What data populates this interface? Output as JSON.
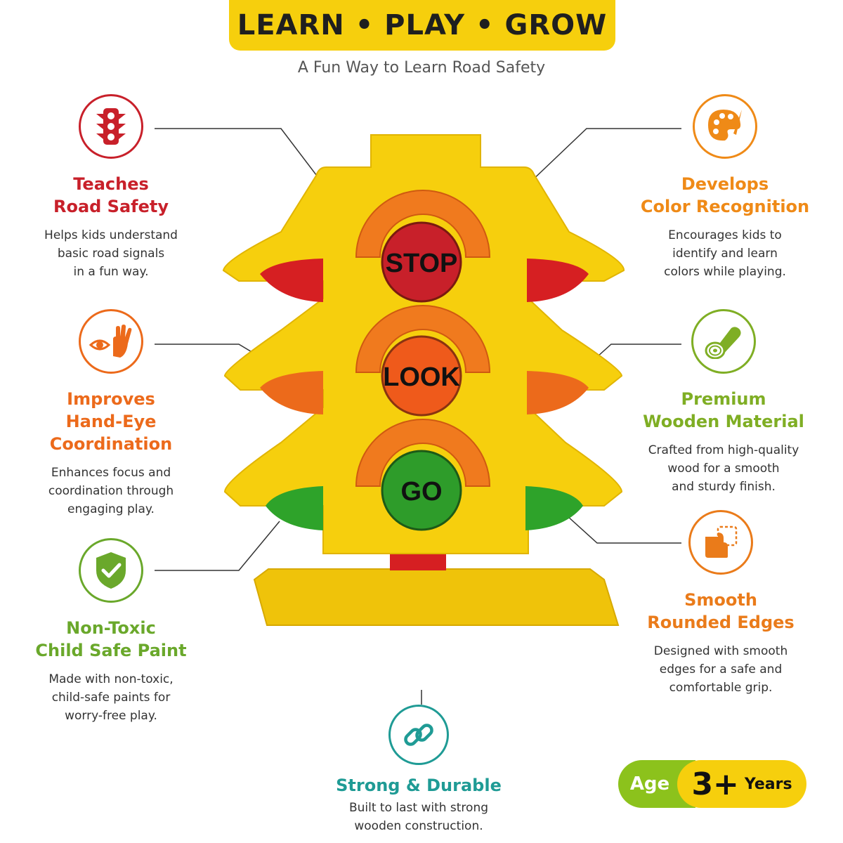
{
  "header": {
    "title": "LEARN • PLAY • GROW",
    "subtitle": "A Fun Way to Learn Road Safety"
  },
  "product": {
    "signs": [
      "STOP",
      "LOOK",
      "GO"
    ]
  },
  "features": {
    "road_safety": {
      "icon": "traffic-light-icon",
      "color": "#c8202a",
      "title": [
        "Teaches",
        "Road Safety"
      ],
      "desc": [
        "Helps kids understand",
        "basic road signals",
        "in a fun way."
      ]
    },
    "hand_eye": {
      "icon": "eye-hand-icon",
      "color": "#ec6a1b",
      "title": [
        "Improves",
        "Hand-Eye",
        "Coordination"
      ],
      "desc": [
        "Enhances focus and",
        "coordination through",
        "engaging play."
      ]
    },
    "non_toxic": {
      "icon": "shield-check-icon",
      "color": "#6aa82b",
      "title": [
        "Non-Toxic",
        "Child Safe Paint"
      ],
      "desc": [
        "Made with non-toxic,",
        "child-safe paints for",
        "worry-free play."
      ]
    },
    "color_recognition": {
      "icon": "palette-icon",
      "color": "#ef8a17",
      "title": [
        "Develops",
        "Color Recognition"
      ],
      "desc": [
        "Encourages kids to",
        "identify and learn",
        "colors while playing."
      ]
    },
    "wooden": {
      "icon": "wood-log-icon",
      "color": "#7fae24",
      "title": [
        "Premium",
        "Wooden Material"
      ],
      "desc": [
        "Crafted from high-quality",
        "wood for a smooth",
        "and sturdy finish."
      ]
    },
    "edges": {
      "icon": "rounded-corner-icon",
      "color": "#ea7b1a",
      "title": [
        "Smooth",
        "Rounded Edges"
      ],
      "desc": [
        "Designed with smooth",
        "edges for a safe and",
        "comfortable grip."
      ]
    },
    "durable": {
      "icon": "chain-link-icon",
      "color": "#1f9b95",
      "title": [
        "Strong & Durable"
      ],
      "desc": [
        "Built to last with strong",
        "wooden construction."
      ]
    }
  },
  "age": {
    "label": "Age",
    "value": "3+",
    "unit": "Years"
  },
  "colors": {
    "yellow": "#f6cf0d",
    "red": "#c8202a",
    "orange": "#ec6a1b",
    "green": "#2e9c2a"
  }
}
